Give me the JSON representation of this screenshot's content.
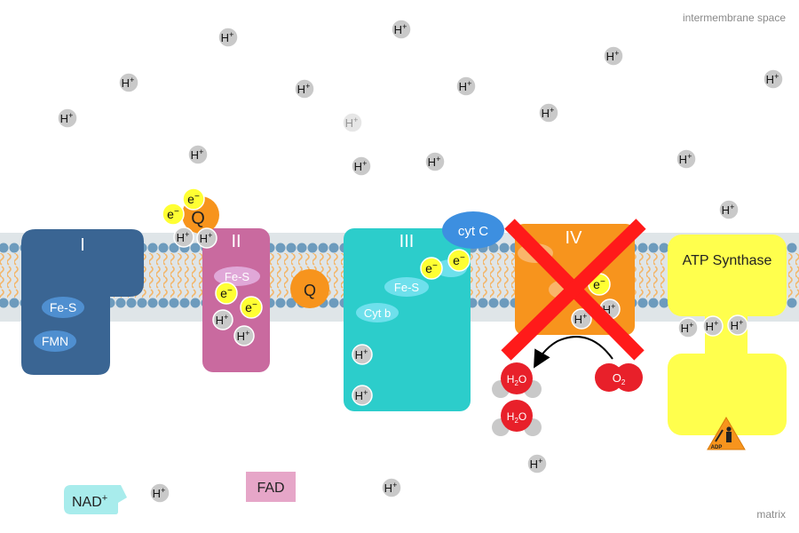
{
  "labels": {
    "intermembrane_space": "intermembrane space",
    "matrix": "matrix"
  },
  "proton": {
    "symbol": "H",
    "charge": "+"
  },
  "electron": {
    "symbol": "e",
    "charge": "−"
  },
  "complexes": {
    "complex_1": {
      "label": "I",
      "fe_s": "Fe-S",
      "fmn": "FMN"
    },
    "complex_2": {
      "label": "II",
      "fe_s": "Fe-S"
    },
    "complex_3": {
      "label": "III",
      "fe_s": "Fe-S",
      "cyt_b": "Cyt b"
    },
    "complex_4": {
      "label": "IV",
      "disabled": true
    },
    "atp_synthase": {
      "label": "ATP Synthase",
      "adp": "ADP"
    }
  },
  "carriers": {
    "quinone": "Q",
    "cyt_c": "cyt C",
    "nad": "NAD",
    "nad_charge": "+",
    "fad": "FAD"
  },
  "molecules": {
    "water": {
      "h": "H",
      "sub": "2",
      "o": "O"
    },
    "oxygen": {
      "o": "O",
      "sub": "2"
    }
  },
  "colors": {
    "membrane": "#dfe5e8",
    "lipid_head": "#6d9bbd",
    "lipid_tail": "#f3b66a",
    "complex_1": "#3a6593",
    "complex_2": "#c96a9f",
    "complex_3": "#2ccdcb",
    "complex_4": "#f7941d",
    "atp_synthase": "#ffff4d",
    "quinone": "#f7941d",
    "cyt_c": "#3d8fe0",
    "proton": "#c9c9c9",
    "electron": "#ffff33",
    "oxygen": "#e8202a",
    "cross": "#ff1a1a",
    "nad": "#a8ecec",
    "fad": "#e6a6c8",
    "warning": "#f7941d"
  }
}
